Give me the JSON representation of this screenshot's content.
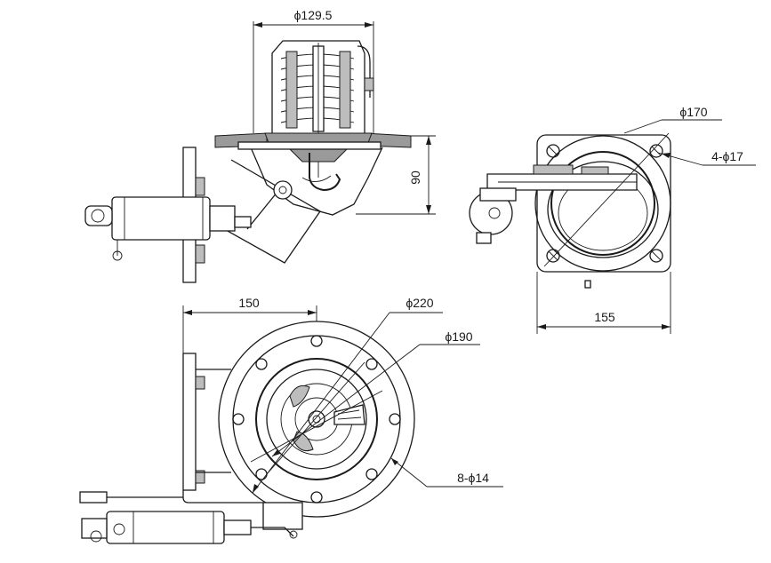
{
  "dimensions": {
    "top_diameter": "ϕ129.5",
    "top_height": "90",
    "right_diameter": "ϕ170",
    "right_holes": "4-ϕ17",
    "right_width": "155",
    "bottom_length": "150",
    "bottom_outer_diameter": "ϕ220",
    "bottom_inner_diameter": "ϕ190",
    "bottom_holes": "8-ϕ14"
  }
}
